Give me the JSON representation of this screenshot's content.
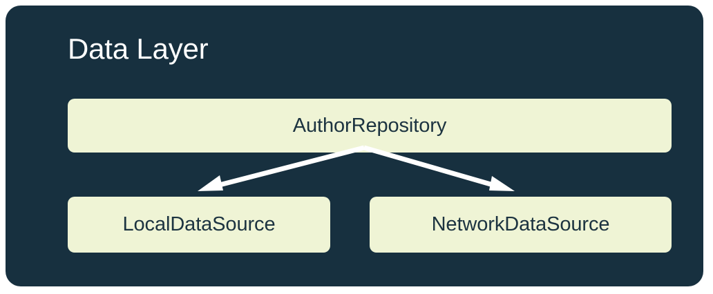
{
  "panel": {
    "title": "Data Layer",
    "background_color": "#17303F",
    "title_color": "#FFFFFF"
  },
  "page": {
    "background_color": "#FFFFFF"
  },
  "nodes": {
    "repository": {
      "label": "AuthorRepository",
      "fill_color": "#EFF4D5",
      "text_color": "#1C3340"
    },
    "local": {
      "label": "LocalDataSource",
      "fill_color": "#EFF4D5",
      "text_color": "#1C3340"
    },
    "network": {
      "label": "NetworkDataSource",
      "fill_color": "#EFF4D5",
      "text_color": "#1C3340"
    }
  },
  "connectors": {
    "stroke_color": "#FFFFFF",
    "edges": [
      {
        "from": "repository",
        "to": "local"
      },
      {
        "from": "repository",
        "to": "network"
      }
    ]
  }
}
